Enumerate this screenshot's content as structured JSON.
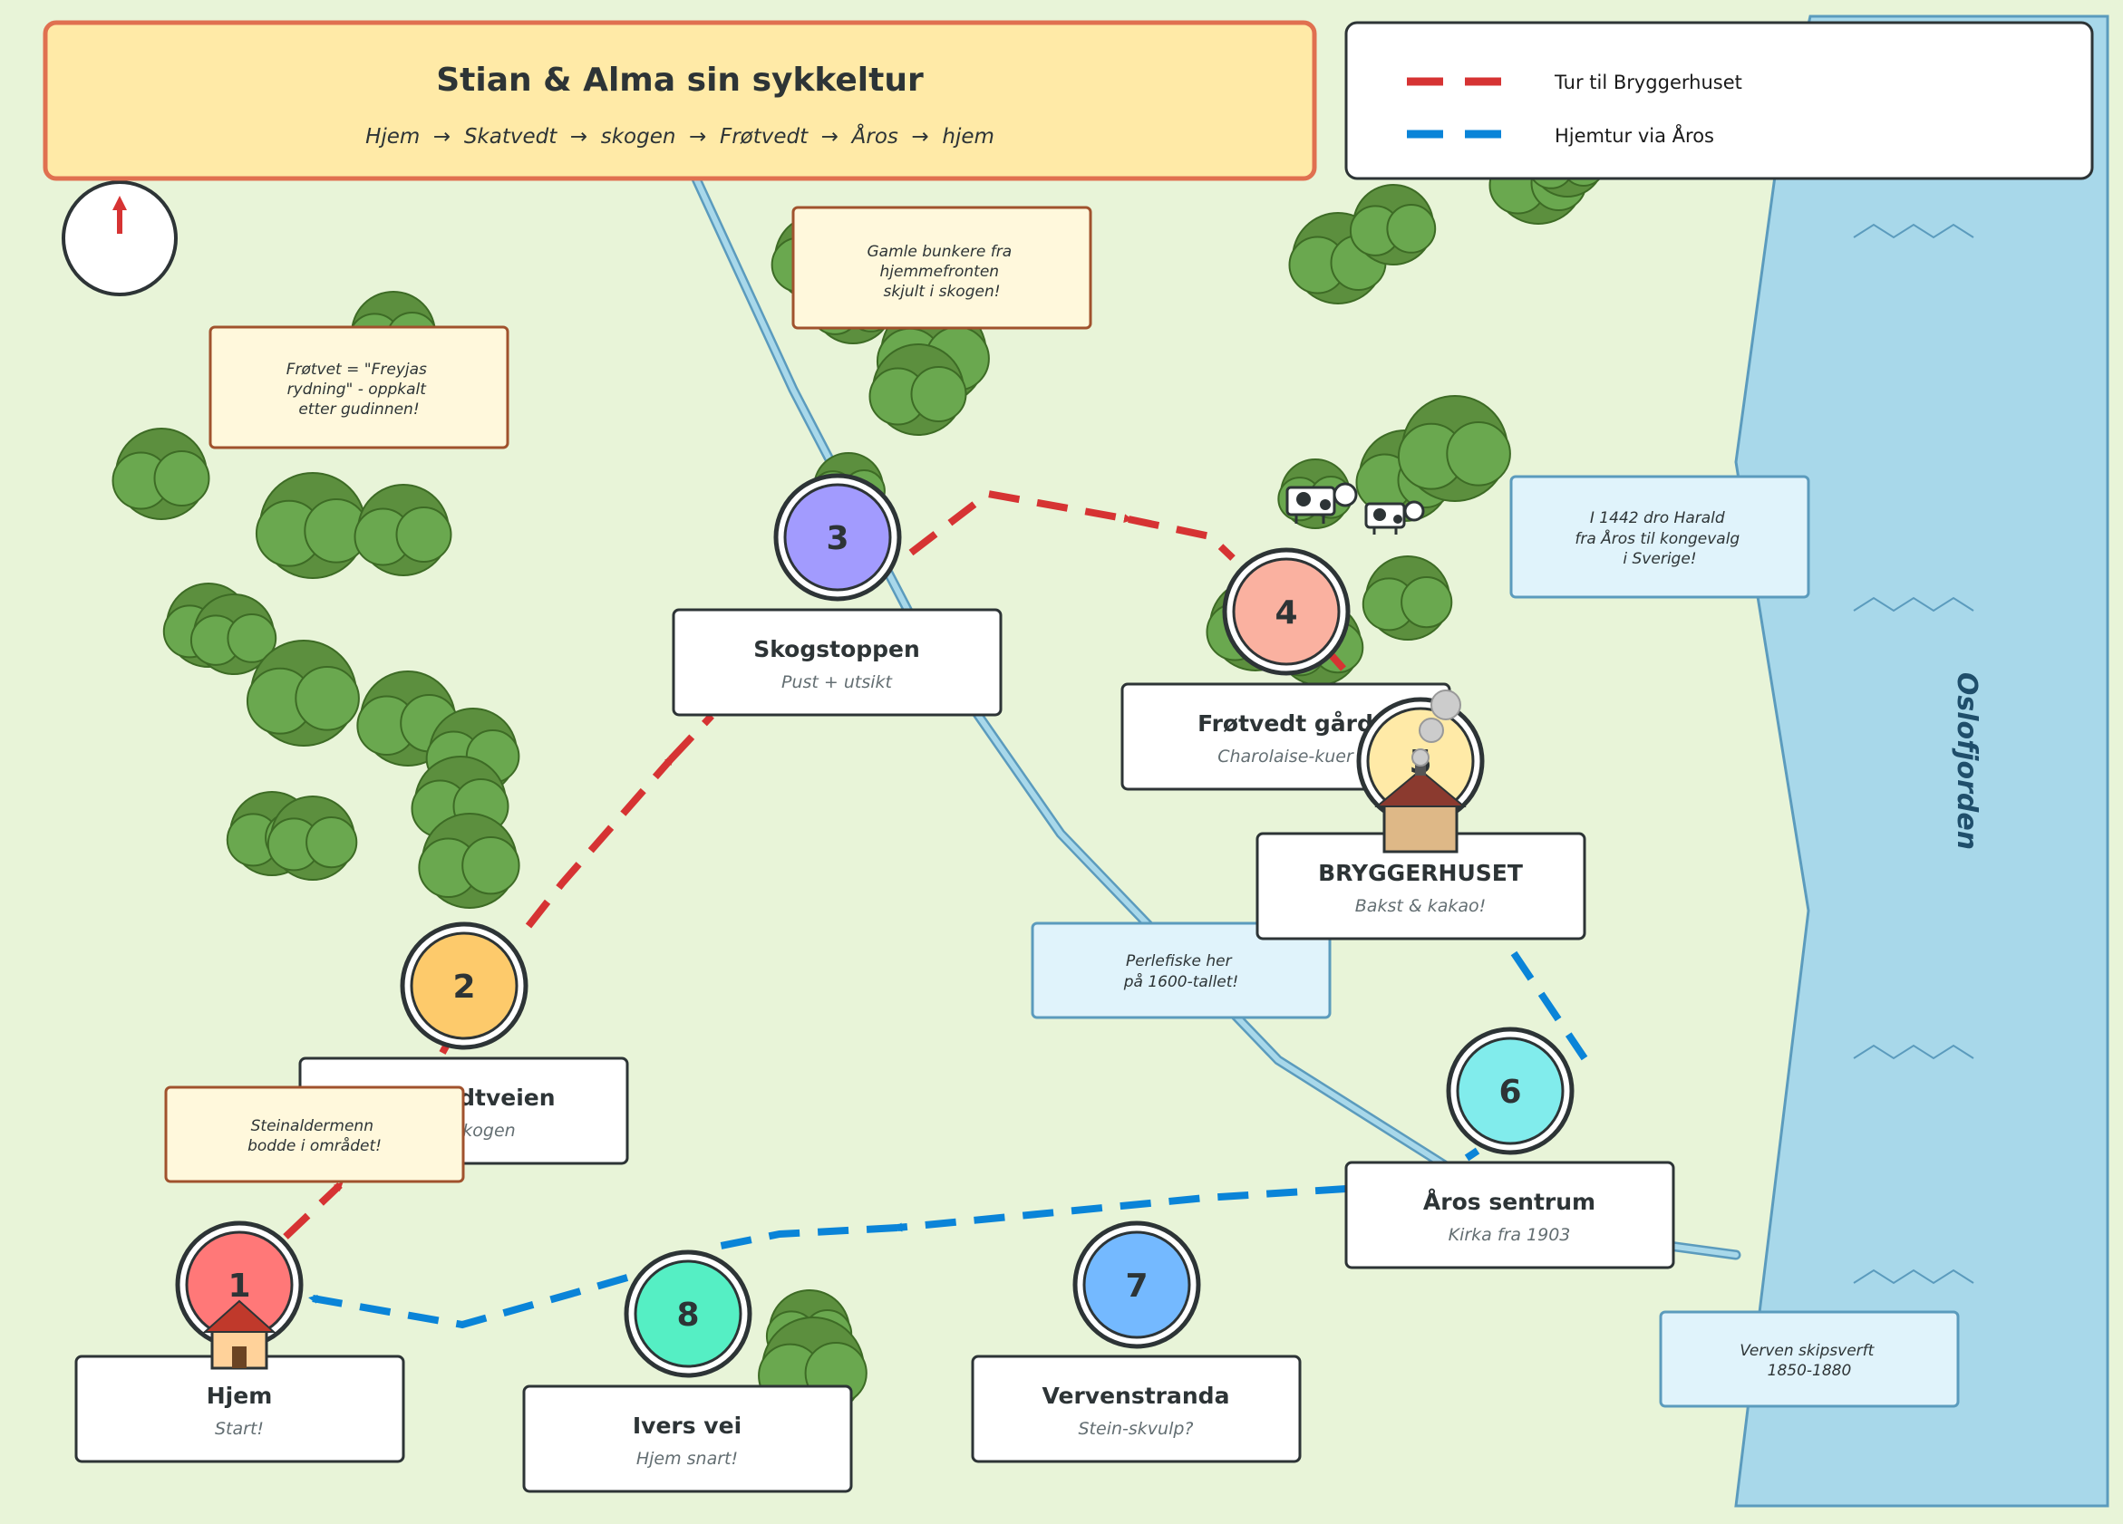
{
  "title": {
    "main": "Stian & Alma sin sykkeltur",
    "subtitle": "Hjem  →  Skatvedt  →  skogen  →  Frøtvedt  →  Åros  →  hjem"
  },
  "legend": [
    {
      "label": "Tur til Bryggerhuset",
      "color": "#d63333"
    },
    {
      "label": "Hjemtur via Åros",
      "color": "#0a84d8"
    }
  ],
  "fjord_label": "Oslofjorden",
  "stops": [
    {
      "num": "1",
      "name": "Hjem",
      "sub": "Start!",
      "color": "#ff7878"
    },
    {
      "num": "2",
      "name": "Skatvedtveien",
      "sub": "Inn i skogen",
      "color": "#fdca6b"
    },
    {
      "num": "3",
      "name": "Skogstoppen",
      "sub": "Pust + utsikt",
      "color": "#a29bfe"
    },
    {
      "num": "4",
      "name": "Frøtvedt gård",
      "sub": "Charolaise-kuer",
      "color": "#fab1a0"
    },
    {
      "num": "5",
      "name": "BRYGGERHUSET",
      "sub": "Bakst & kakao!",
      "color": "#ffeaa7"
    },
    {
      "num": "6",
      "name": "Åros sentrum",
      "sub": "Kirka fra 1903",
      "color": "#81ecec"
    },
    {
      "num": "7",
      "name": "Vervenstranda",
      "sub": "Stein-skvulp?",
      "color": "#74b9ff"
    },
    {
      "num": "8",
      "name": "Ivers vei",
      "sub": "Hjem snart!",
      "color": "#55efc4"
    }
  ],
  "notes": {
    "bunkers": [
      "Gamle bunkere fra",
      "hjemmefronten",
      "skjult i skogen!"
    ],
    "frotvet": [
      "Frøtvet = \"Freyjas",
      "rydning\" - oppkalt",
      "etter gudinnen!"
    ],
    "harald": [
      "I 1442 dro Harald",
      "fra Åros til kongevalg",
      "i Sverige!"
    ],
    "perle": [
      "Perlefiske her",
      "på 1600-tallet!"
    ],
    "stein": [
      "Steinaldermenn",
      "bodde i området!"
    ],
    "verven": [
      "Verven skipsverft",
      "1850-1880"
    ]
  },
  "colors": {
    "land": "#e8f4d8",
    "water": "#a8d8ea",
    "river": "#a8d8ea",
    "tree": "#6aa84f",
    "trunk": "#6b4423",
    "title_bg": "#ffeaa7",
    "title_border": "#e07050",
    "note_yellow": "#fff8dc",
    "note_blue": "#e0f3fb"
  }
}
